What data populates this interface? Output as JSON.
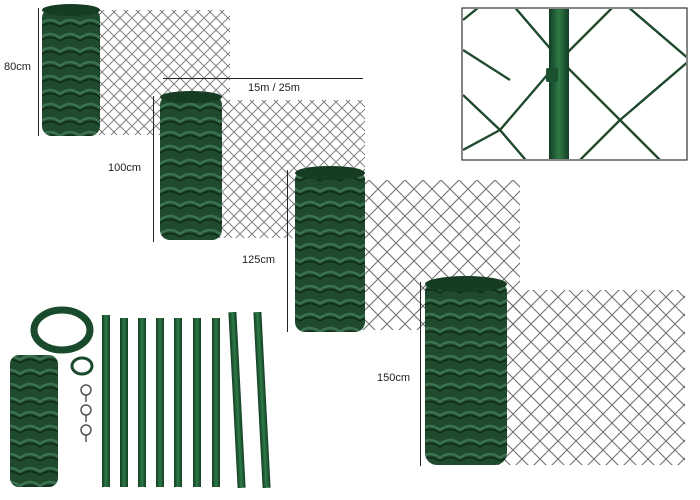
{
  "labels": {
    "h80": "80cm",
    "h100": "100cm",
    "h125": "125cm",
    "h150": "150cm",
    "length": "15m / 25m"
  },
  "colors": {
    "fence_green": "#1f4a2e",
    "mesh_stroke": "#6a6a6a",
    "post_green": "#1d5a33",
    "background": "#ffffff",
    "frame": "#333333"
  }
}
